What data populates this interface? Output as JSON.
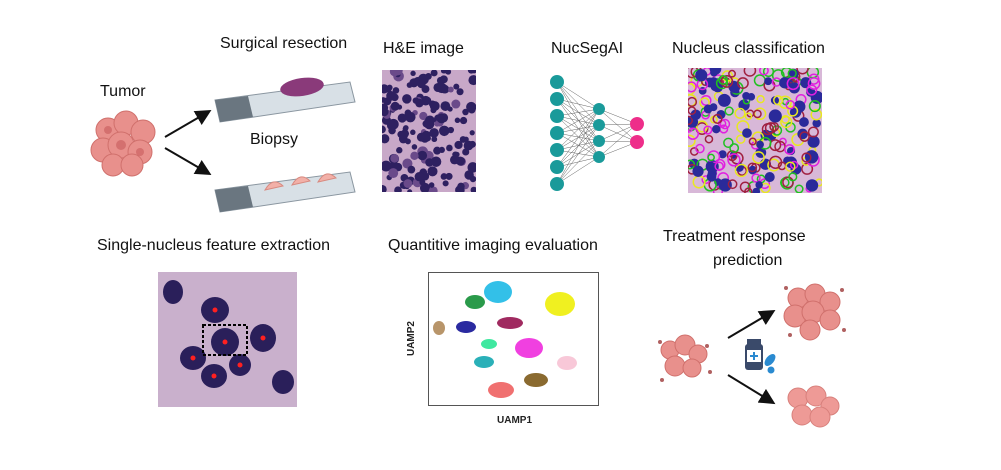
{
  "labels": {
    "tumor": "Tumor",
    "surgical_resection": "Surgical resection",
    "biopsy": "Biopsy",
    "he_image": "H&E image",
    "nucsegai": "NucSegAI",
    "nucleus_classification": "Nucleus classification",
    "feature_extraction": "Single-nucleus feature extraction",
    "quantitive_evaluation": "Quantitive imaging evaluation",
    "treatment_line1": "Treatment response",
    "treatment_line2": "prediction"
  },
  "umap": {
    "xlabel": "UAMP1",
    "ylabel": "UAMP2"
  },
  "colors": {
    "tumor": "#e8908c",
    "network_node": "#1a9a9a",
    "output_node": "#ee2e8a",
    "slide_tissue": "#8a3a7a"
  }
}
